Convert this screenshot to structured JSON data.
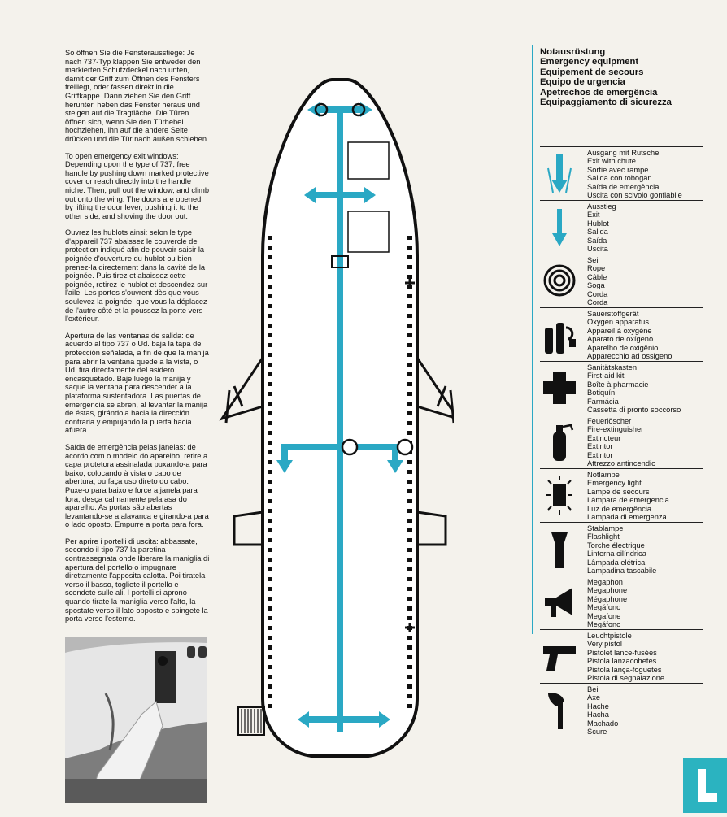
{
  "instructions": [
    "So öffnen Sie die Fensterausstiege: Je nach 737-Typ klappen Sie entweder den markierten Schutzdeckel nach unten, damit der Griff zum Öffnen des Fensters freiliegt, oder fassen direkt in die Griffkappe. Dann ziehen Sie den Griff herunter, heben das Fenster heraus und steigen auf die Tragfläche. Die Türen öffnen sich, wenn Sie den Türhebel hochziehen, ihn auf die andere Seite drücken und die Tür nach außen schieben.",
    "To open emergency exit windows: Depending upon the type of 737, free handle by pushing down marked protective cover or reach directly into the handle niche. Then, pull out the window, and climb out onto the wing. The doors are opened by lifting the door lever, pushing it to the other side, and shoving the door out.",
    "Ouvrez les hublots ainsi: selon le type d'appareil 737 abaissez le couvercle de protection indiqué afin de pouvoir saisir la poignée d'ouverture du hublot ou bien prenez-la directement dans la cavité de la poignée. Puis tirez et abaissez cette poignée, retirez le hublot et descendez sur l'aile. Les portes s'ouvrent dès que vous soulevez la poignée, que vous la déplacez de l'autre côté et la poussez la porte vers l'extérieur.",
    "Apertura de las ventanas de salida: de acuerdo al tipo 737 o Ud. baja la tapa de protección señalada, a fin de que la manija para abrir la ventana quede a la vista, o Ud. tira directamente del asidero encasquetado. Baje luego la manija y saque la ventana para descender a la plataforma sustentadora. Las puertas de emergencia se abren, al levantar la manija de éstas, girándola hacia la dirección contraria y empujando la puerta hacia afuera.",
    "Saída de emergência pelas janelas: de acordo com o modelo do aparelho, retire a capa protetora assinalada puxando-a para baixo, colocando à vista o cabo de abertura, ou faça uso direto do cabo. Puxe-o para baixo e force a janela para fora, desça calmamente pela asa do aparelho. As portas são abertas levantando-se a alavanca e girando-a para o lado oposto. Empurre a porta para fora.",
    "Per aprire i portelli di uscita: abbassate, secondo il tipo 737 la paretina contrassegnata onde liberare la maniglia di apertura del portello o impugnare direttamente l'apposita calotta. Poi tiratela verso il basso, togliete il portello e scendete sulle ali. I portelli si aprono quando tirate la maniglia verso l'alto, la spostate verso il lato opposto e spingete la porta verso l'esterno."
  ],
  "legend": {
    "title": [
      "Notausrüstung",
      "Emergency equipment",
      "Equipement de secours",
      "Equipo de urgencia",
      "Apetrechos de emergência",
      "Equipaggiamento di sicurezza"
    ],
    "items": [
      {
        "icon": "exit-with-chute-icon",
        "labels": [
          "Ausgang mit Rutsche",
          "Exit with chute",
          "Sortie avec rampe",
          "Salida con tobogán",
          "Saída de emergência",
          "Uscita con scivolo gonfiabile"
        ]
      },
      {
        "icon": "exit-icon",
        "labels": [
          "Ausstieg",
          "Exit",
          "Hublot",
          "Salida",
          "Saída",
          "Uscita"
        ]
      },
      {
        "icon": "rope-icon",
        "labels": [
          "Seil",
          "Rope",
          "Câble",
          "Soga",
          "Corda",
          "Corda"
        ]
      },
      {
        "icon": "oxygen-icon",
        "labels": [
          "Sauerstoffgerät",
          "Oxygen apparatus",
          "Appareil à oxygène",
          "Aparato de oxígeno",
          "Aparelho de oxigênio",
          "Apparecchio ad ossigeno"
        ]
      },
      {
        "icon": "first-aid-icon",
        "labels": [
          "Sanitätskasten",
          "First-aid kit",
          "Boîte à pharmacie",
          "Botiquín",
          "Farmácia",
          "Cassetta di pronto soccorso"
        ]
      },
      {
        "icon": "fire-extinguisher-icon",
        "labels": [
          "Feuerlöscher",
          "Fire-extinguisher",
          "Extincteur",
          "Extintor",
          "Extintor",
          "Attrezzo antincendio"
        ]
      },
      {
        "icon": "emergency-light-icon",
        "labels": [
          "Notlampe",
          "Emergency light",
          "Lampe de secours",
          "Lámpara de emergencia",
          "Luz de emergência",
          "Lampada di emergenza"
        ]
      },
      {
        "icon": "flashlight-icon",
        "labels": [
          "Stablampe",
          "Flashlight",
          "Torche électrique",
          "Linterna cilíndrica",
          "Lâmpada elétrica",
          "Lampadina tascabile"
        ]
      },
      {
        "icon": "megaphone-icon",
        "labels": [
          "Megaphon",
          "Megaphone",
          "Mégaphone",
          "Megáfono",
          "Megafone",
          "Megáfono"
        ]
      },
      {
        "icon": "very-pistol-icon",
        "labels": [
          "Leuchtpistole",
          "Very pistol",
          "Pistolet lance-fusées",
          "Pistola lanzacohetes",
          "Pistola lança-foguetes",
          "Pistola di segnalazione"
        ]
      },
      {
        "icon": "axe-icon",
        "labels": [
          "Beil",
          "Axe",
          "Hache",
          "Hacha",
          "Machado",
          "Scure"
        ]
      }
    ]
  },
  "colors": {
    "accent": "#2aa8c4",
    "ink": "#111111",
    "paper": "#f4f2ec",
    "logo": "#2bb3c0"
  }
}
